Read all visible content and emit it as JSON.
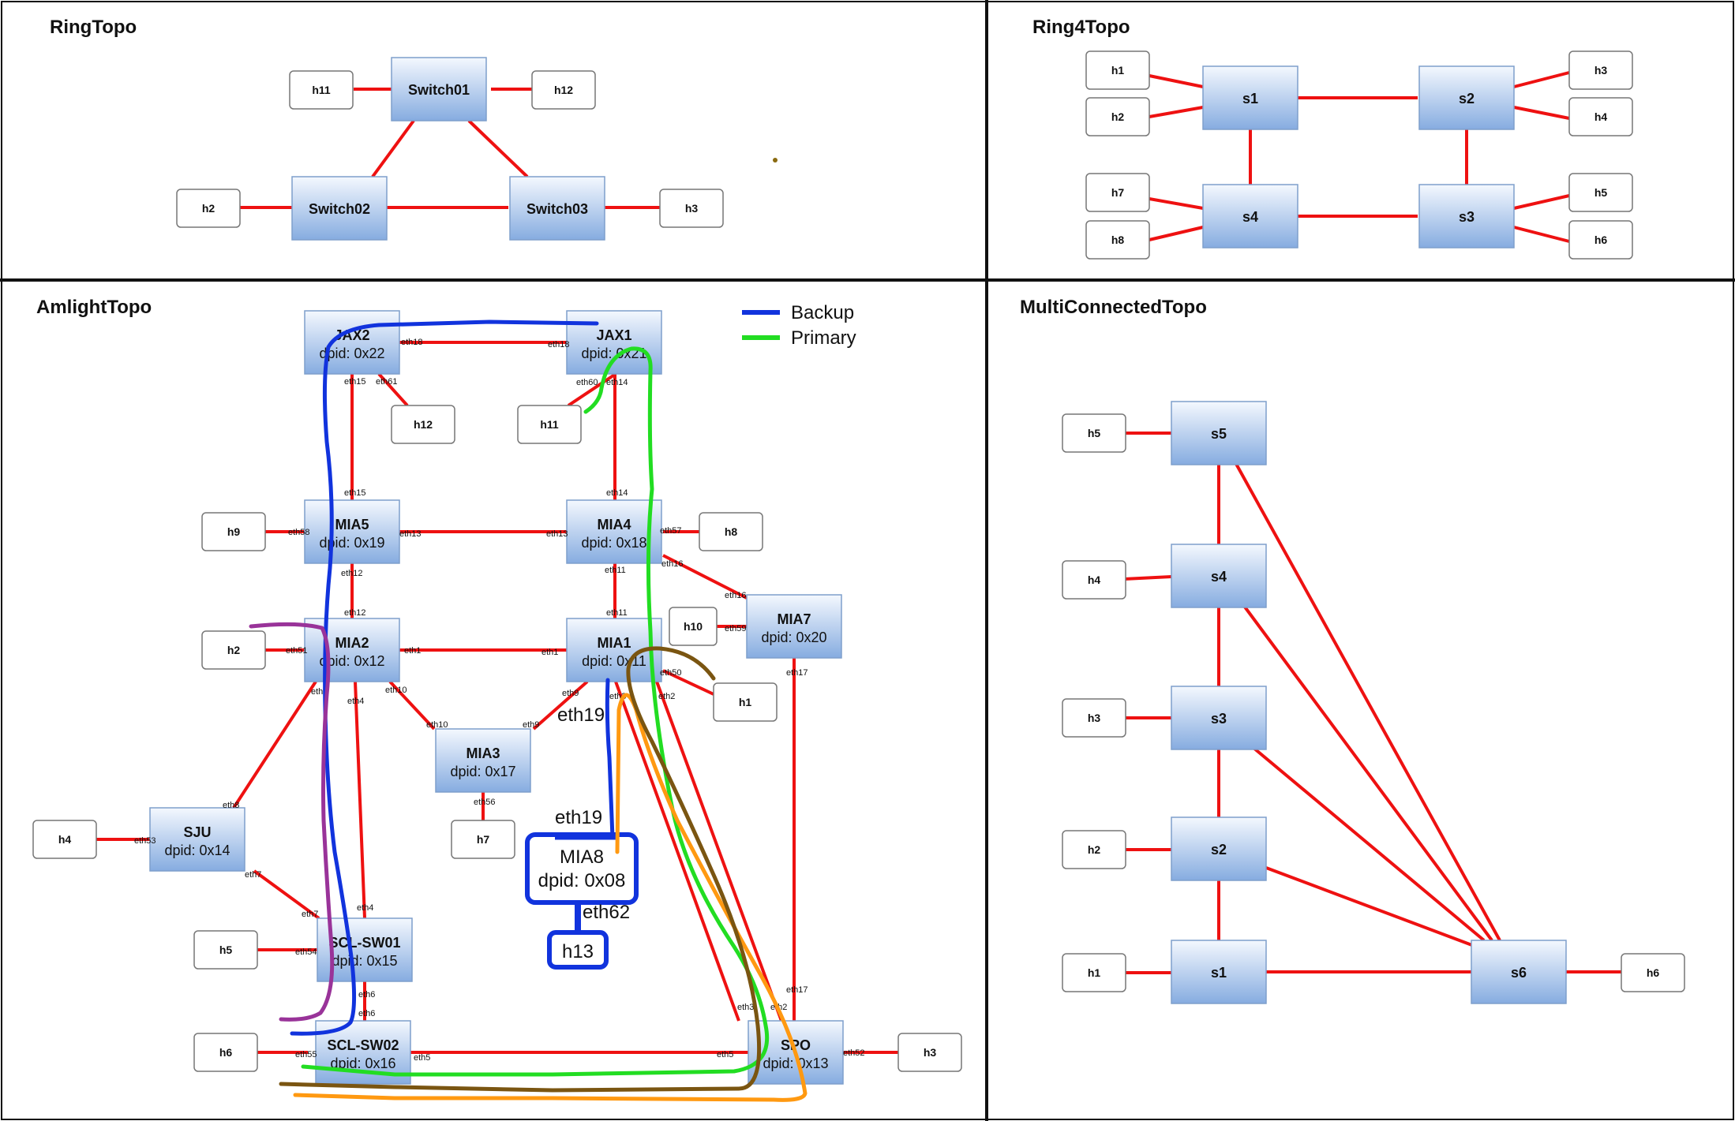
{
  "colors": {
    "link": "#ee1111",
    "switch_fill_top": "#f4f8fe",
    "switch_fill_bottom": "#86ace0",
    "switch_stroke": "#7e9fcc",
    "host_fill": "#ffffff",
    "host_stroke": "#777777",
    "backup": "#1133dd",
    "primary": "#22dd22",
    "purple": "#993399",
    "orange": "#ff9911",
    "brown": "#7a5511"
  },
  "panels": {
    "ring": {
      "title": "RingTopo",
      "switches": [
        "Switch01",
        "Switch02",
        "Switch03"
      ],
      "hosts": [
        "h11",
        "h12",
        "h2",
        "h3"
      ]
    },
    "ring4": {
      "title": "Ring4Topo",
      "switches": [
        "s1",
        "s2",
        "s3",
        "s4"
      ],
      "hosts": [
        "h1",
        "h2",
        "h3",
        "h4",
        "h5",
        "h6",
        "h7",
        "h8"
      ]
    },
    "amlight": {
      "title": "AmlightTopo",
      "switches": [
        {
          "name": "JAX2",
          "dpid": "dpid: 0x22"
        },
        {
          "name": "JAX1",
          "dpid": "dpid: 0x21"
        },
        {
          "name": "MIA5",
          "dpid": "dpid: 0x19"
        },
        {
          "name": "MIA4",
          "dpid": "dpid: 0x18"
        },
        {
          "name": "MIA2",
          "dpid": "dpid: 0x12"
        },
        {
          "name": "MIA1",
          "dpid": "dpid: 0x11"
        },
        {
          "name": "MIA7",
          "dpid": "dpid: 0x20"
        },
        {
          "name": "MIA3",
          "dpid": "dpid: 0x17"
        },
        {
          "name": "SJU",
          "dpid": "dpid: 0x14"
        },
        {
          "name": "SCL-SW01",
          "dpid": "dpid: 0x15"
        },
        {
          "name": "SCL-SW02",
          "dpid": "dpid: 0x16"
        },
        {
          "name": "SPO",
          "dpid": "dpid: 0x13"
        }
      ],
      "hosts": [
        "h12",
        "h11",
        "h9",
        "h8",
        "h10",
        "h2",
        "h1",
        "h4",
        "h7",
        "h5",
        "h6",
        "h3"
      ],
      "legend": [
        {
          "label": "Backup",
          "color": "#1133dd"
        },
        {
          "label": "Primary",
          "color": "#22dd22"
        }
      ],
      "annotations": {
        "eth19_top": "eth19",
        "eth19_bottom": "eth19",
        "mia8_name": "MIA8",
        "mia8_dpid": "dpid: 0x08",
        "eth62": "eth62",
        "h13": "h13"
      },
      "ports": [
        "eth18",
        "eth18",
        "eth15",
        "eth61",
        "eth60",
        "eth14",
        "eth15",
        "eth14",
        "eth58",
        "eth13",
        "eth13",
        "eth57",
        "eth12",
        "eth11",
        "eth16",
        "eth12",
        "eth11",
        "eth16",
        "eth59",
        "eth51",
        "eth1",
        "eth1",
        "eth50",
        "eth8",
        "eth4",
        "eth10",
        "eth9",
        "eth3",
        "eth2",
        "eth10",
        "eth9",
        "eth17",
        "eth56",
        "eth8",
        "eth53",
        "eth7",
        "eth7",
        "eth4",
        "eth54",
        "eth6",
        "eth6",
        "eth55",
        "eth5",
        "eth5",
        "eth3",
        "eth2",
        "eth17",
        "eth52"
      ]
    },
    "multi": {
      "title": "MultiConnectedTopo",
      "switches": [
        "s5",
        "s4",
        "s3",
        "s2",
        "s1",
        "s6"
      ],
      "hosts": [
        "h5",
        "h4",
        "h3",
        "h2",
        "h1",
        "h6"
      ]
    }
  }
}
